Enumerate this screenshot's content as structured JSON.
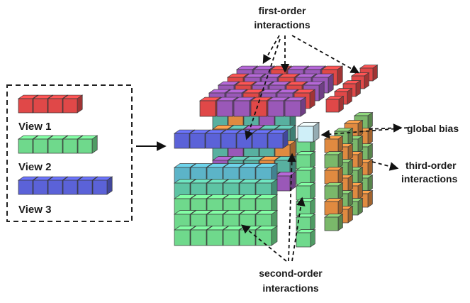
{
  "legend": {
    "items": [
      {
        "label": "View 1",
        "color": "#e04848"
      },
      {
        "label": "View 2",
        "color": "#6fd98c"
      },
      {
        "label": "View 3",
        "color": "#5b62d8"
      }
    ]
  },
  "annotations": {
    "first_order": [
      "first-order",
      "interactions"
    ],
    "global_bias": "global bias",
    "third_order": [
      "third-order",
      "interactions"
    ],
    "second_order": [
      "second-order",
      "interactions"
    ]
  },
  "colors": {
    "red": "#e04848",
    "green": "#6fd98c",
    "blue": "#5b62d8",
    "purple": "#9a58b8",
    "teal": "#58b0a0",
    "orange": "#e08a40",
    "highlight": "#cfeff8"
  }
}
